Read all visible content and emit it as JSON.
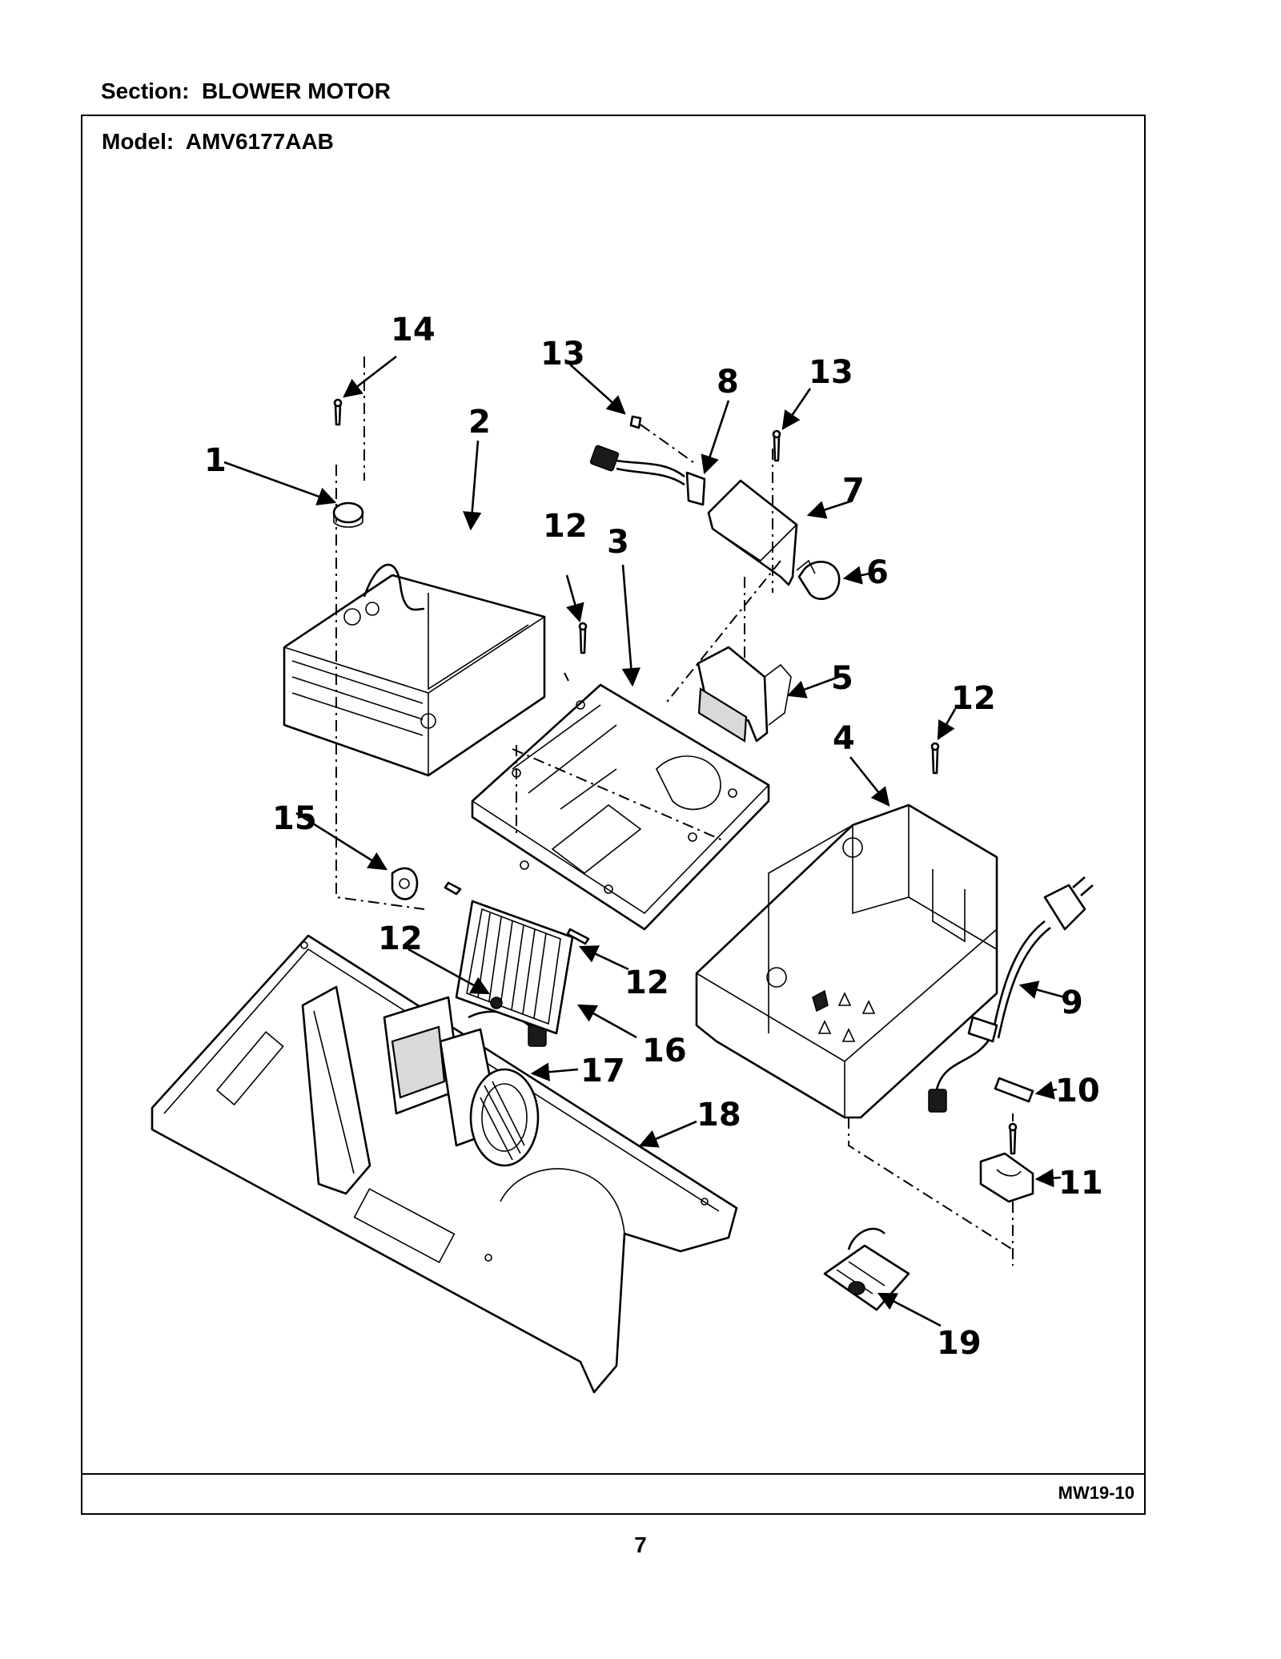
{
  "header": {
    "section": "Section:  BLOWER MOTOR",
    "model": "Model:  AMV6177AAB"
  },
  "footer": {
    "doc_code": "MW19-10",
    "page_number": "7"
  },
  "callouts": [
    "1",
    "2",
    "3",
    "4",
    "5",
    "6",
    "7",
    "8",
    "9",
    "10",
    "11",
    "12",
    "13",
    "14",
    "15",
    "16",
    "17",
    "18",
    "19"
  ]
}
